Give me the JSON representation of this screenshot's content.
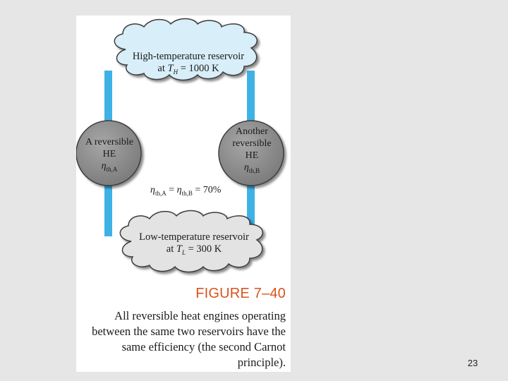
{
  "slide": {
    "page_number": "23"
  },
  "figure": {
    "colors": {
      "pipe": "#3fb2e5",
      "cloud_hot": "#d8eef8",
      "cloud_cold": "#e3e3e3",
      "engine": "#8f8f8f",
      "figure_label": "#d9531e"
    },
    "hot_reservoir": {
      "line1": "High-temperature reservoir",
      "line2_prefix": "at ",
      "var": "T",
      "sub": "H",
      "line2_suffix": " = 1000 K"
    },
    "cold_reservoir": {
      "line1": "Low-temperature reservoir",
      "line2_prefix": "at ",
      "var": "T",
      "sub": "L",
      "line2_suffix": " = 300 K"
    },
    "engine_a": {
      "line1": "A reversible",
      "line2": "HE",
      "eta": "η",
      "eta_sub": "th,A"
    },
    "engine_b": {
      "line1": "Another",
      "line2": "reversible",
      "line3": "HE",
      "eta": "η",
      "eta_sub": "th,B"
    },
    "equation": {
      "eta1": "η",
      "sub1": "th,A",
      "eq1": " = ",
      "eta2": "η",
      "sub2": "th,B",
      "rest": " = 70%"
    },
    "label": "FIGURE 7–40",
    "caption": "All reversible heat engines operating between the same two reservoirs have the same efficiency (the second Carnot principle)."
  }
}
